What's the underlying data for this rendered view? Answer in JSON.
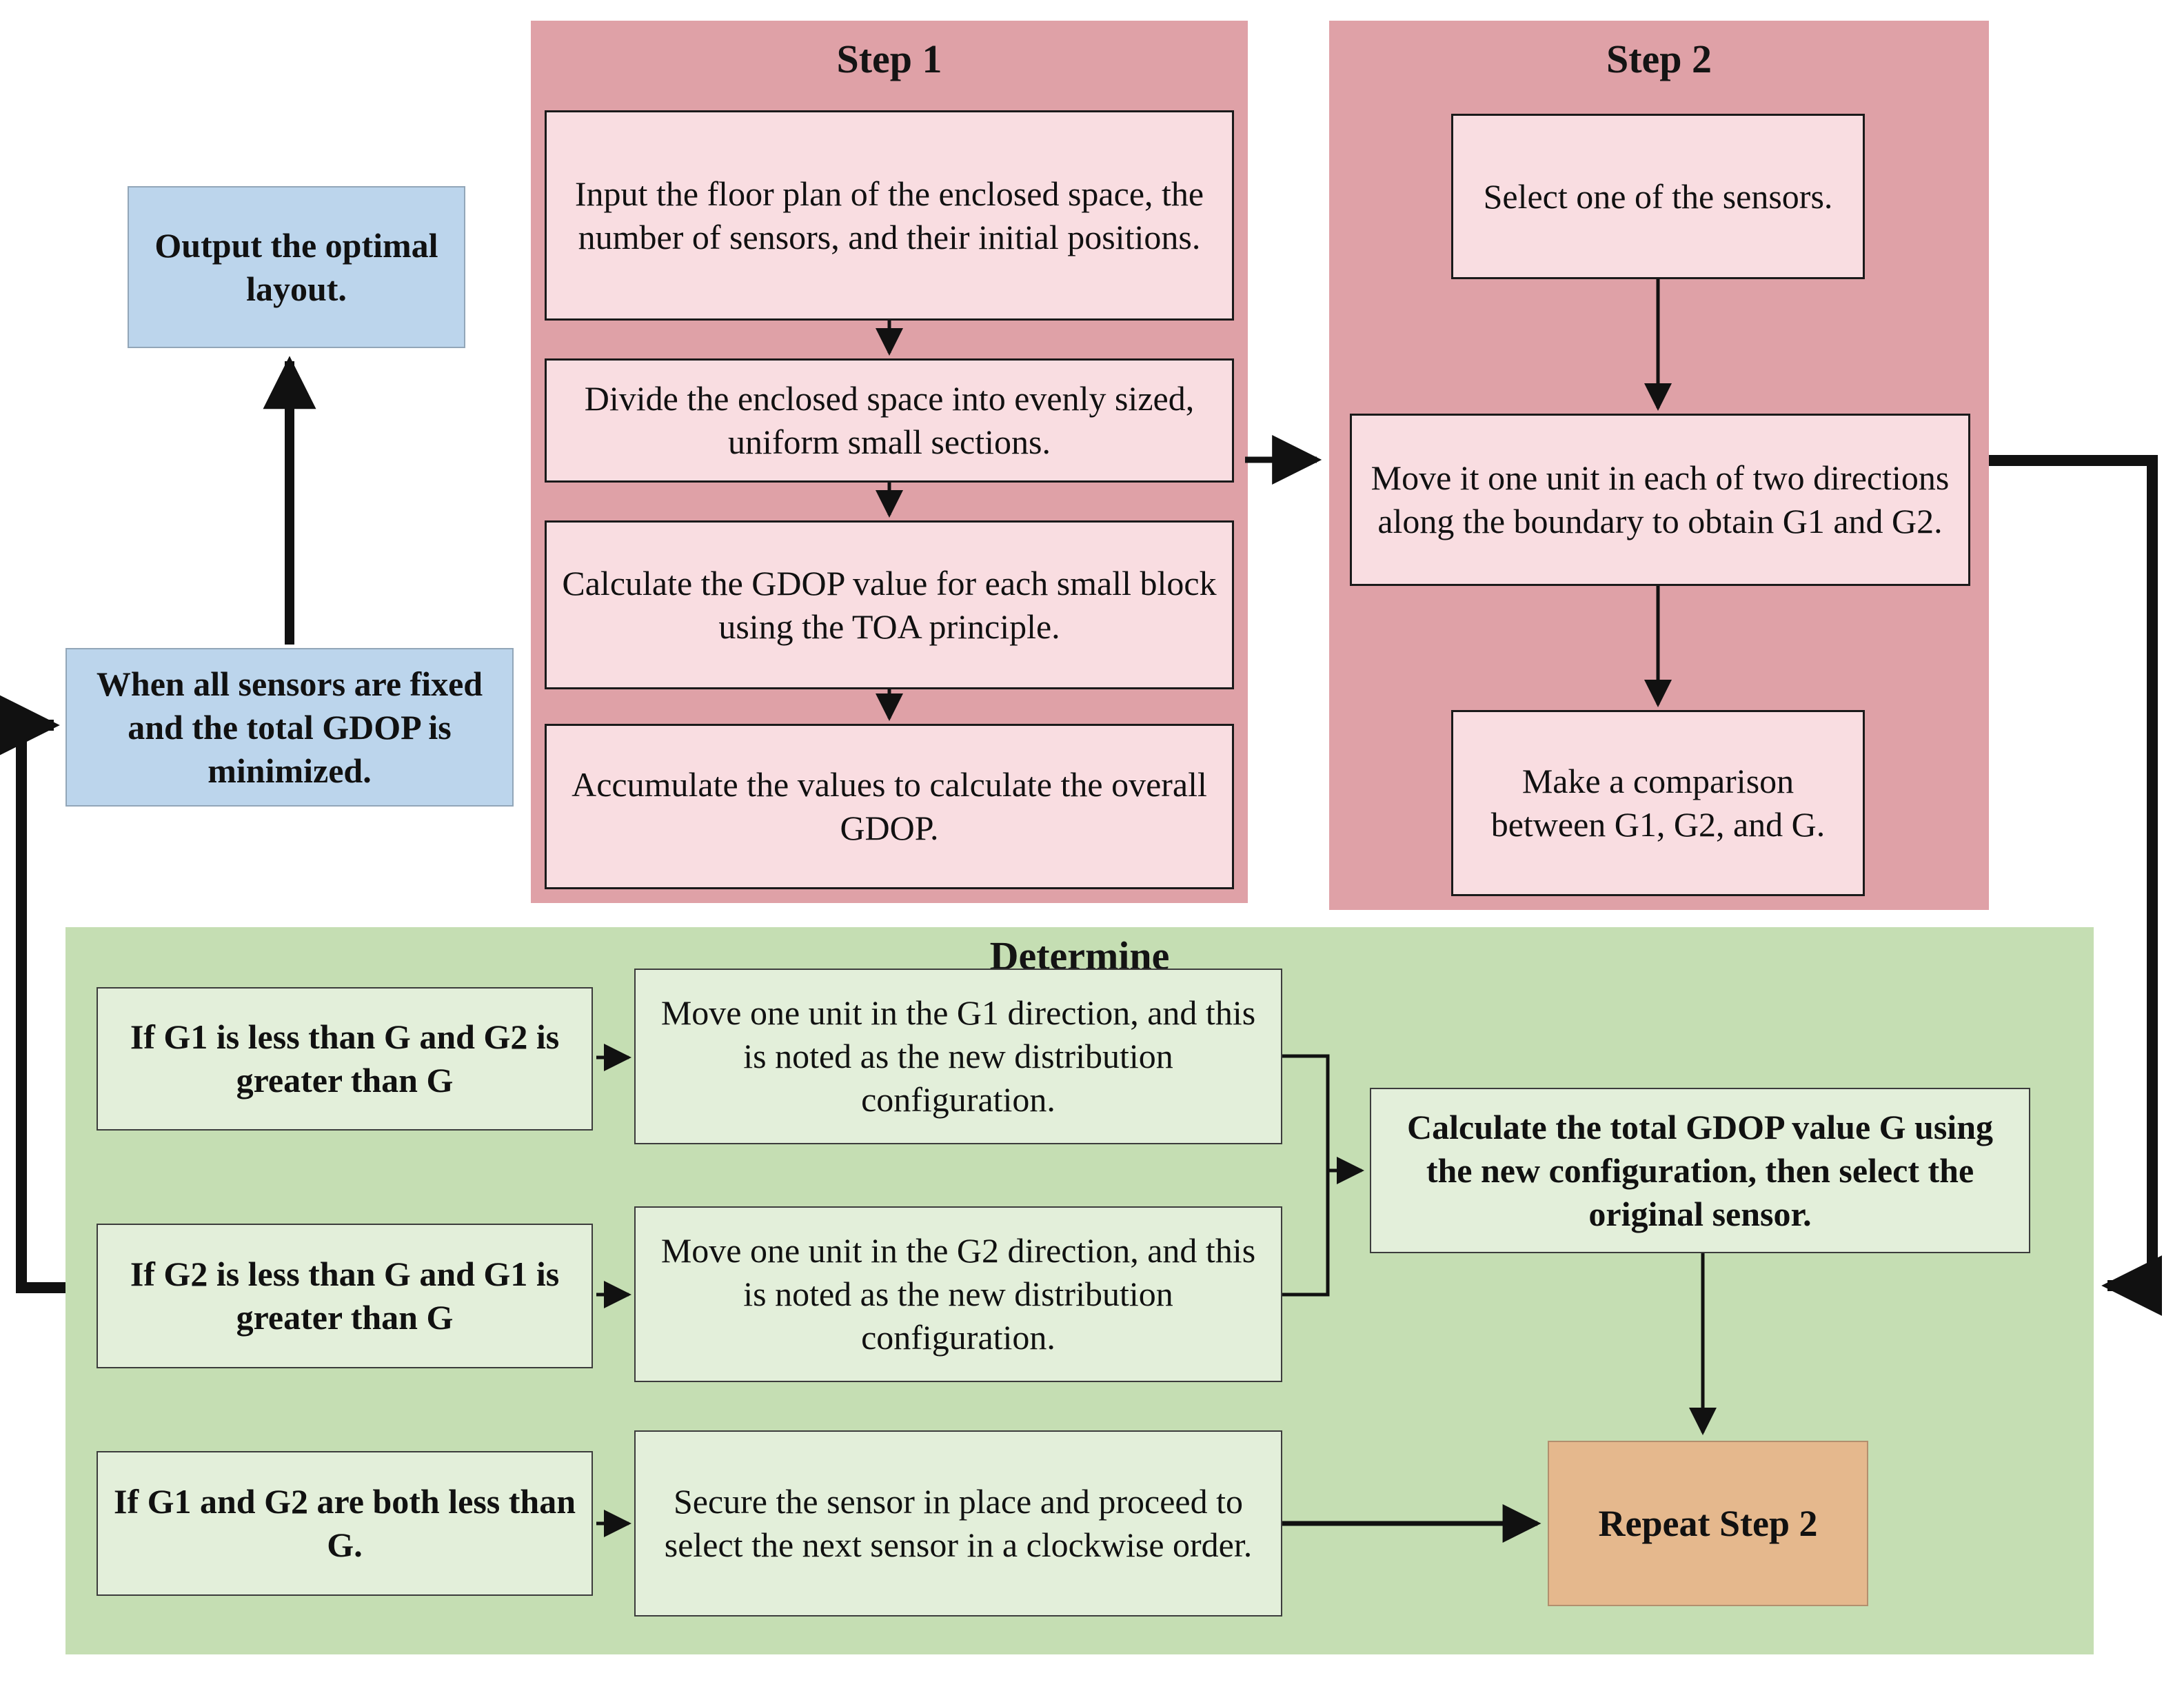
{
  "diagram": {
    "type": "flowchart",
    "description": "Sensor layout optimization algorithm flowchart"
  },
  "colors": {
    "step_panel_background": "#dfa1a7",
    "step_box_background": "#f9dde1",
    "determine_panel_background": "#c5deb3",
    "determine_box_background": "#e3efda",
    "result_box_background": "#bcd5ec",
    "repeat_box_background": "#e5b88d",
    "connector": "#111111"
  },
  "output_box": {
    "label": "Output the optimal layout."
  },
  "loop_condition_box": {
    "label": "When all sensors are fixed and the total GDOP is minimized."
  },
  "step1": {
    "title": "Step 1",
    "boxes": [
      "Input the floor plan of the enclosed space, the number of sensors, and their initial positions.",
      "Divide the enclosed space into evenly sized, uniform small sections.",
      "Calculate the GDOP value for each small block using the TOA principle.",
      "Accumulate the values to calculate the overall GDOP."
    ]
  },
  "step2": {
    "title": "Step 2",
    "boxes": [
      "Select one of the sensors.",
      "Move it one unit in each of two directions along the boundary to obtain G1 and G2.",
      "Make a comparison between G1, G2, and G."
    ]
  },
  "determine": {
    "title": "Determine",
    "conditions": [
      {
        "condition": "If G1 is less than G and G2 is greater than G",
        "action": "Move one unit in the G1 direction, and this is noted as the new distribution configuration."
      },
      {
        "condition": "If G2 is less than G and G1 is greater than G",
        "action": "Move one unit in the G2 direction, and this is noted as the new distribution configuration."
      },
      {
        "condition": "If G1 and G2 are both less than G.",
        "action": "Secure the sensor in place and proceed to select the next sensor in a clockwise order."
      }
    ],
    "merge_box": "Calculate the total GDOP value G using the new configuration, then select the original sensor.",
    "repeat_box": "Repeat Step 2"
  }
}
